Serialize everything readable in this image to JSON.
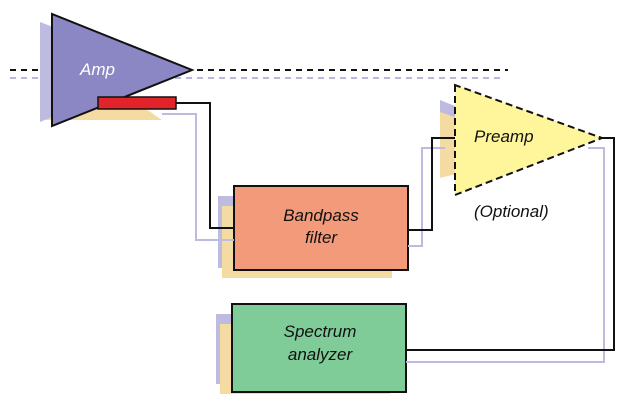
{
  "labels": {
    "amp": "Amp",
    "preamp": "Preamp",
    "optional": "(Optional)",
    "bandpass_line1": "Bandpass",
    "bandpass_line2": "filter",
    "spectrum_line1": "Spectrum",
    "spectrum_line2": "analyzer"
  },
  "colors": {
    "amp_fill": "#8b86c4",
    "preamp_fill": "#fff59b",
    "bandpass_fill": "#f29a79",
    "spectrum_fill": "#7fcc98",
    "shadow_tan": "#f3dba1",
    "shadow_lilac": "#bdbbe0",
    "connector_red": "#e3232a"
  }
}
